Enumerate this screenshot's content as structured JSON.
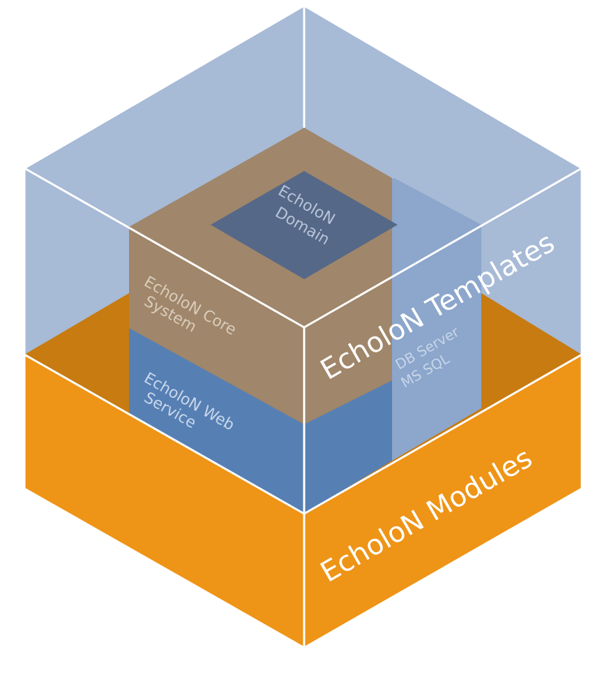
{
  "diagram": {
    "layers": {
      "templates": {
        "label": "EcholoN Templates"
      },
      "modules": {
        "label": "EcholoN Modules"
      }
    },
    "components": {
      "domain": {
        "label_line1": "EcholoN",
        "label_line2": "Domain"
      },
      "core": {
        "label_line1": "EcholoN Core",
        "label_line2": "System"
      },
      "webservice": {
        "label_line1": "EcholoN Web",
        "label_line2": "Service"
      },
      "dbserver": {
        "label_line1": "DB Server",
        "label_line2": "MS SQL"
      }
    }
  },
  "colors": {
    "templates_face": "#a7bad6",
    "modules_face": "#ee9416",
    "modules_top": "#c77b10",
    "core_top": "#a0866a",
    "core_front": "#a0866a",
    "domain": "#556888",
    "webservice_front": "#5680b4",
    "webservice_side": "#5680b4",
    "dbserver": "#8ca6cc",
    "edge": "#ffffff"
  }
}
